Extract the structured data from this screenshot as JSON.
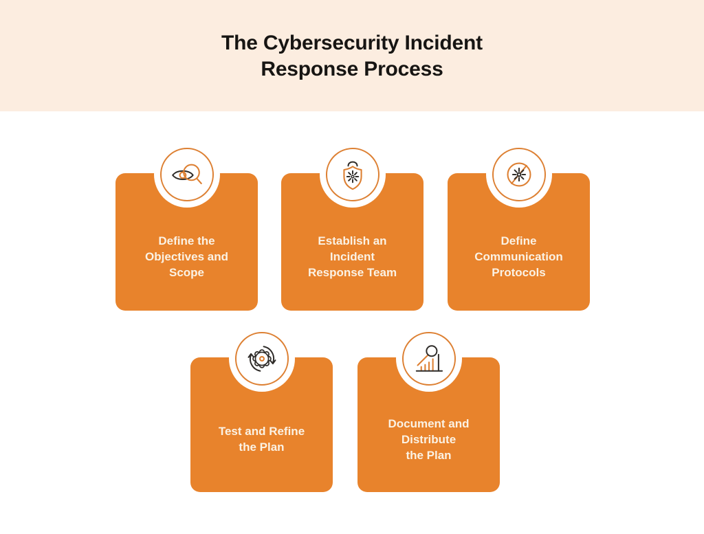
{
  "title": {
    "line1": "The Cybersecurity Incident",
    "line2": "Response Process"
  },
  "cards": [
    {
      "name": "define-objectives-scope",
      "icon": "eye-magnifier-icon",
      "lines": [
        "Define the",
        "Objectives and",
        "Scope"
      ]
    },
    {
      "name": "establish-incident-response-team",
      "icon": "shield-lock-icon",
      "lines": [
        "Establish an",
        "Incident",
        "Response Team"
      ]
    },
    {
      "name": "define-communication-protocols",
      "icon": "sun-slash-icon",
      "lines": [
        "Define",
        "Communication",
        "Protocols"
      ]
    },
    {
      "name": "test-refine-plan",
      "icon": "gear-refresh-icon",
      "lines": [
        "Test and Refine",
        "the Plan"
      ]
    },
    {
      "name": "document-distribute-plan",
      "icon": "chart-magnifier-icon",
      "lines": [
        "Document and",
        "Distribute",
        "the Plan"
      ]
    }
  ],
  "colors": {
    "cream": "#fcede0",
    "orange": "#e8832c",
    "accent": "#dd8033",
    "dark": "#2f2c29",
    "textlight": "#fbf2e4",
    "titlecolor": "#171513",
    "pagebg": "#ffffff"
  }
}
